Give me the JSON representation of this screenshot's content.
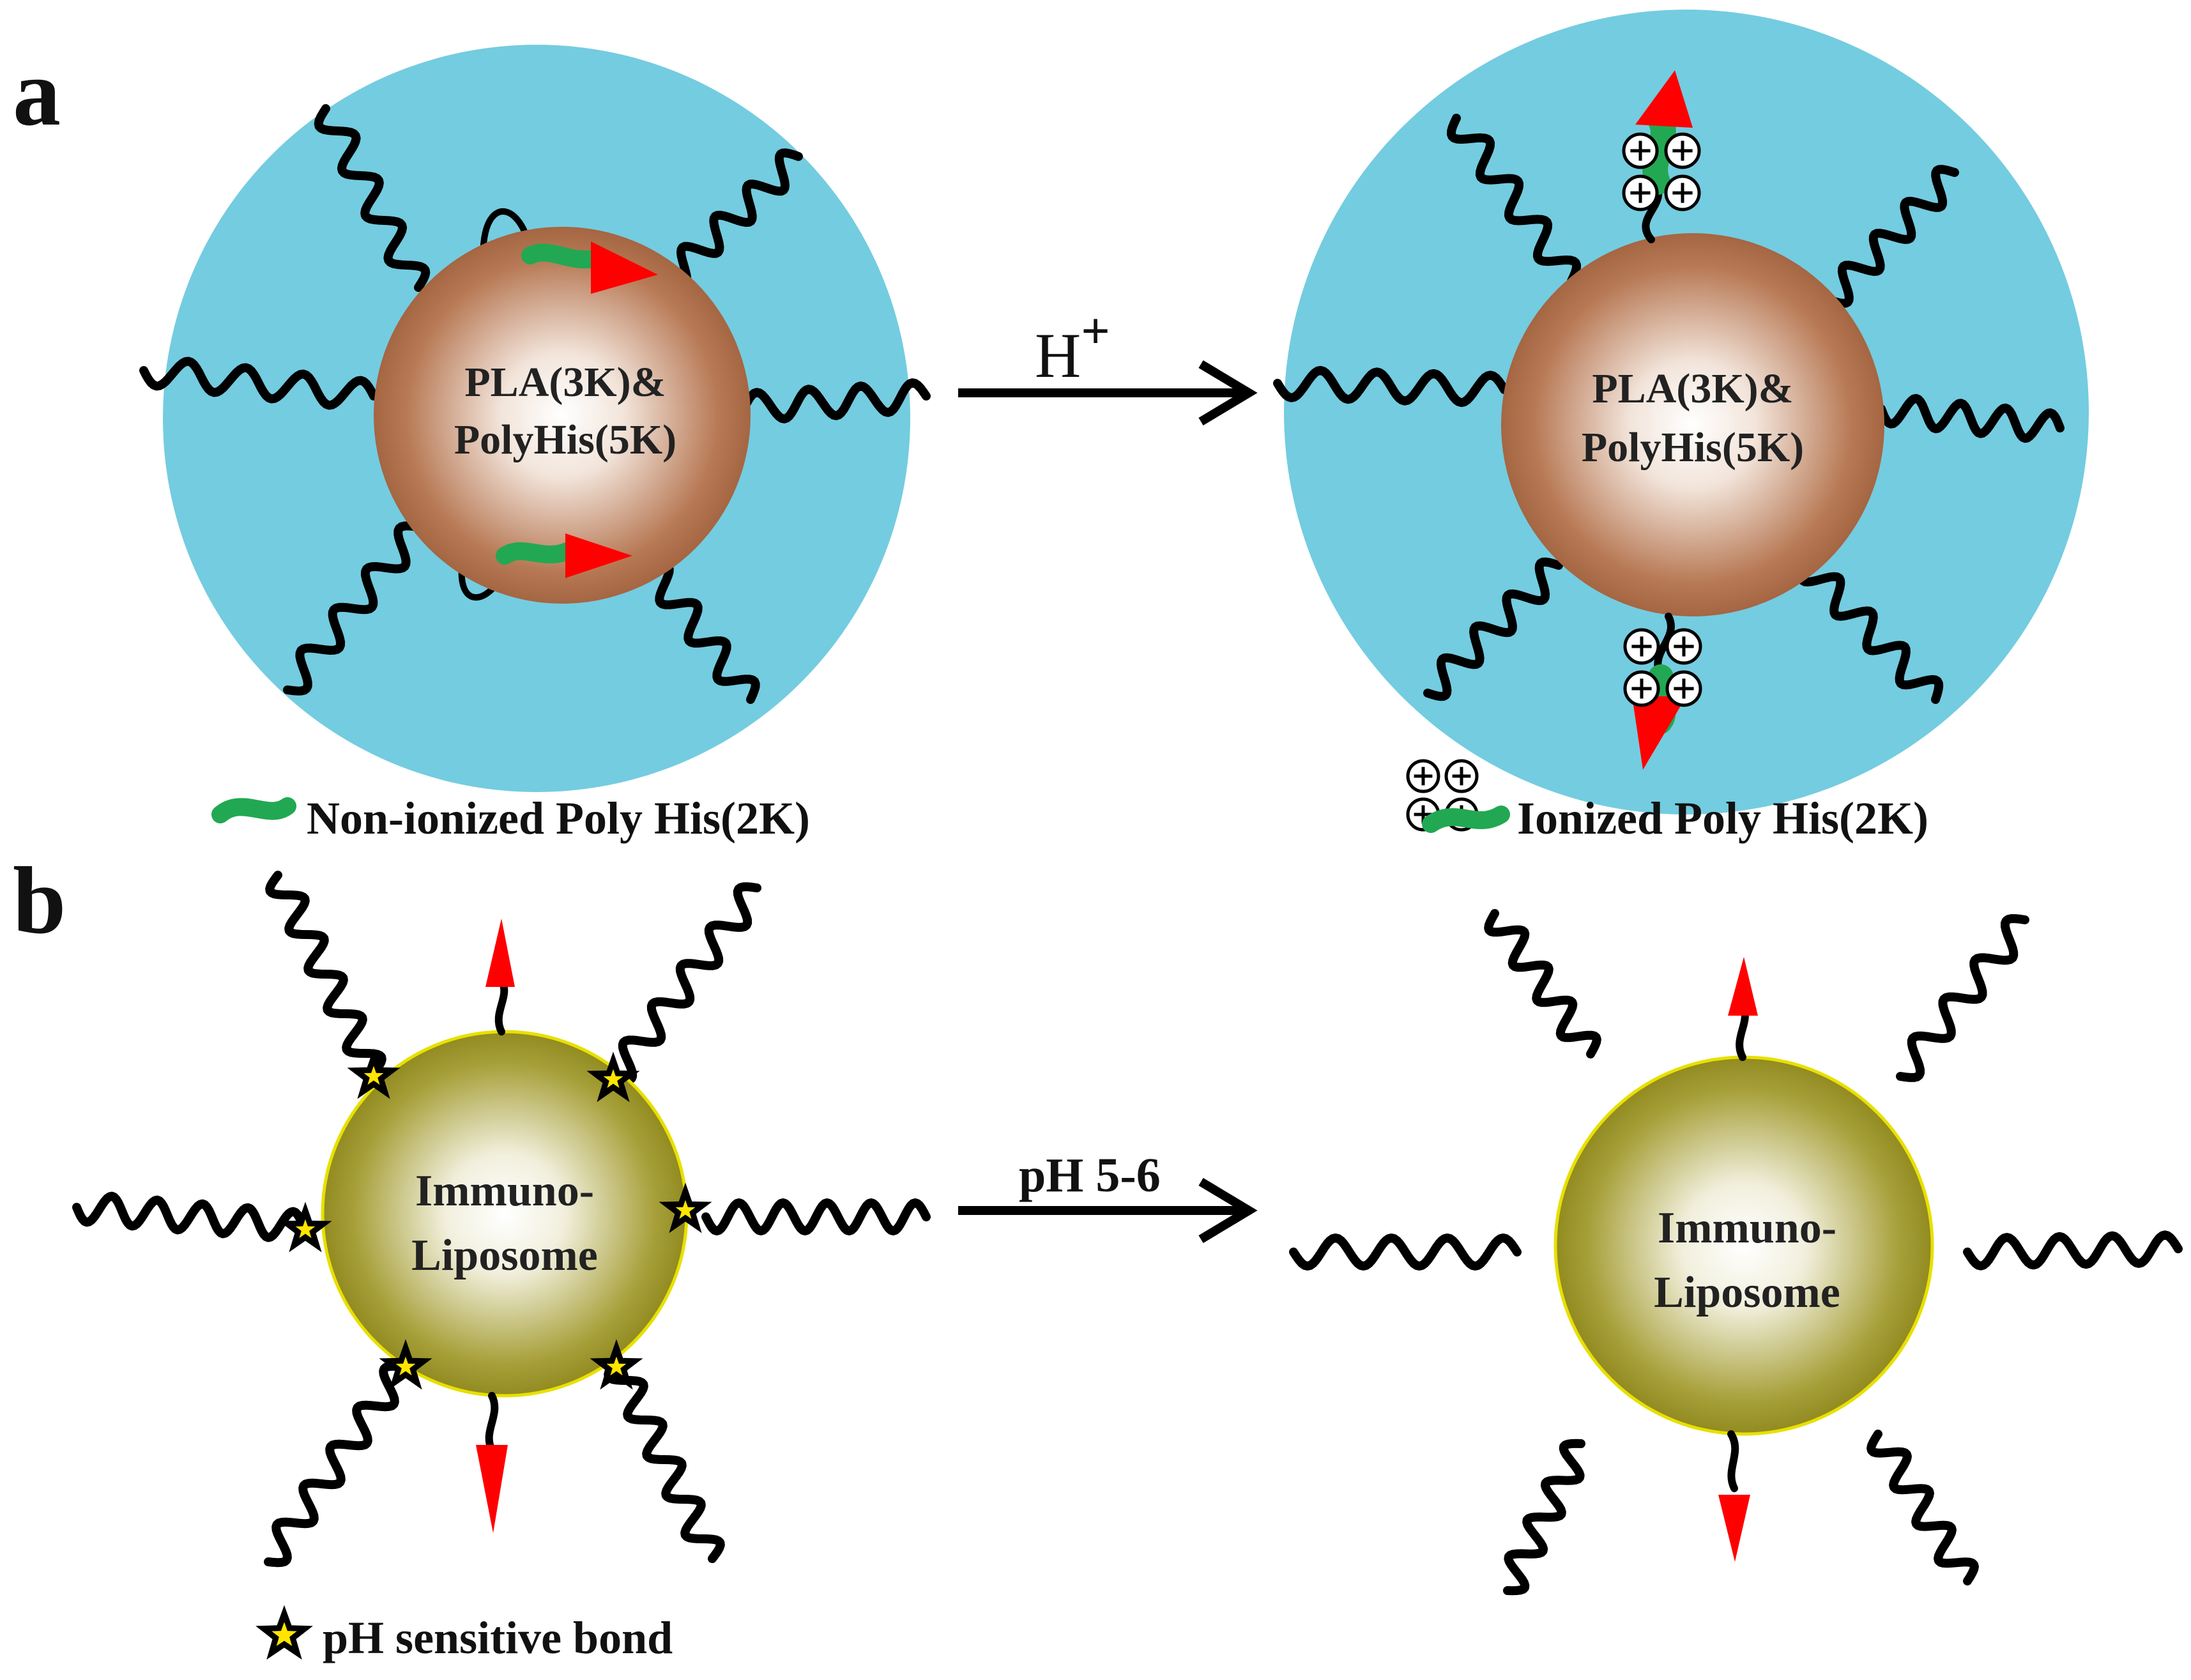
{
  "panels": {
    "a": {
      "letter": "a",
      "core_label_line1": "PLA(3K)&",
      "core_label_line2": "PolyHis(5K)",
      "stimulus_base": "H",
      "stimulus_sup": "+",
      "legend_left": "Non-ionized Poly His(2K)",
      "legend_right": "Ionized Poly His(2K)"
    },
    "b": {
      "letter": "b",
      "core_label_line1": "Immuno-",
      "core_label_line2": "Liposome",
      "stimulus": "pH 5-6",
      "legend": "pH sensitive bond"
    }
  },
  "icons": {
    "plus_charge": "circled-plus-icon",
    "bond": "star-icon",
    "ligand": "red-arrow-icon",
    "pegchain": "wavy-chain-icon"
  },
  "colors": {
    "shell": "#74CCE0",
    "polyhis": "#22A852",
    "ligand": "#FF0000",
    "micelle_core_edge": "#9A5A37",
    "liposome_core_edge": "#8B8412",
    "liposome_outline": "#E8E000",
    "bond_star_fill": "#FFE500",
    "text": "#111111"
  }
}
